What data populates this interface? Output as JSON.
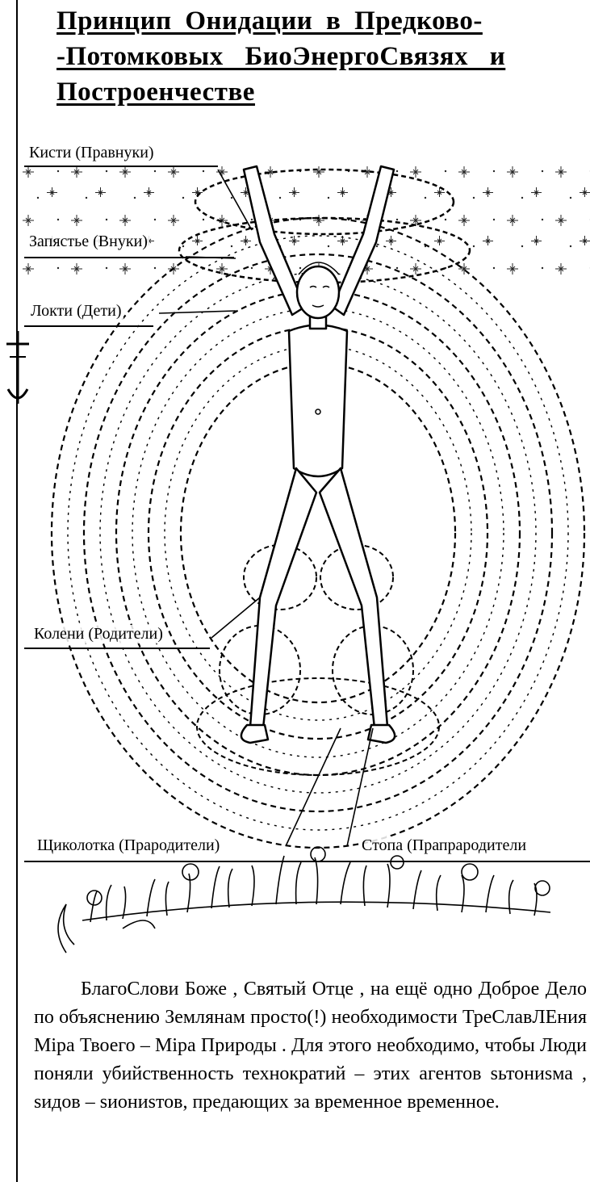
{
  "title": {
    "line1": "Принцип Онидации в Предково-",
    "line2": "-Потомковых БиоЭнергоСвязях и",
    "line3": "Построенчестве"
  },
  "labels": {
    "hands": "Кисти (Правнуки)",
    "wrists": "Запястье (Внуки)",
    "elbows": "Локти (Дети)",
    "knees": "Колени (Родители)",
    "ankles": "Щиколотка (Прародители)",
    "feet": "Стопа (Прапрародители"
  },
  "body": {
    "paragraph": "БлагоСлови Боже , Святый Отце , на ещё одно Доброе Дело по объяснению Землянам просто(!) необходимости ТреСлавЛЕния Міра Твоего – Міра Природы . Для этого необходимо, чтобы Люди поняли убийственность технократий – этих агентов sьтониsма , sидов – sиониsтов, предающих за временное временное."
  },
  "icons": {
    "margin_symbol": "cross-anchor-icon",
    "illustration": "human-figure-energy-rings-illustration"
  }
}
